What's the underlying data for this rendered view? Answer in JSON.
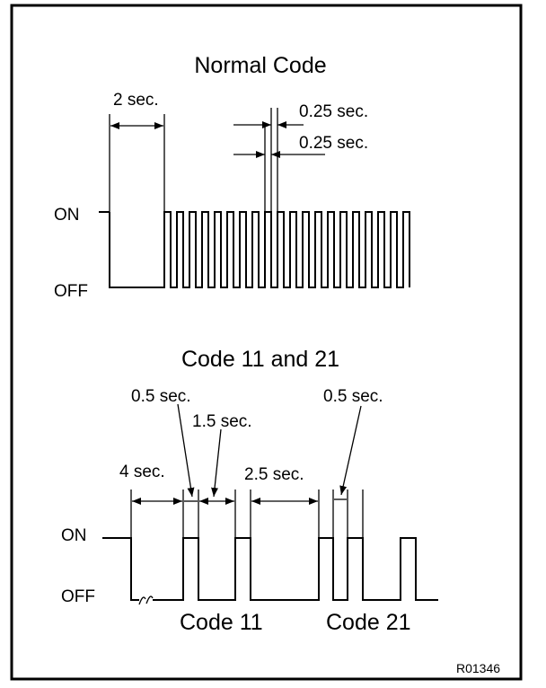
{
  "normal_code": {
    "title": "Normal Code",
    "on_label": "ON",
    "off_label": "OFF",
    "duration_2": "2 sec.",
    "duration_025_a": "0.25 sec.",
    "duration_025_b": "0.25 sec."
  },
  "code_11_21": {
    "title": "Code 11 and 21",
    "on_label": "ON",
    "off_label": "OFF",
    "duration_4": "4 sec.",
    "duration_05_a": "0.5 sec.",
    "duration_15": "1.5 sec.",
    "duration_25": "2.5 sec.",
    "duration_05_b": "0.5 sec.",
    "code11_label": "Code 11",
    "code21_label": "Code 21"
  },
  "figure_id": "R01346"
}
